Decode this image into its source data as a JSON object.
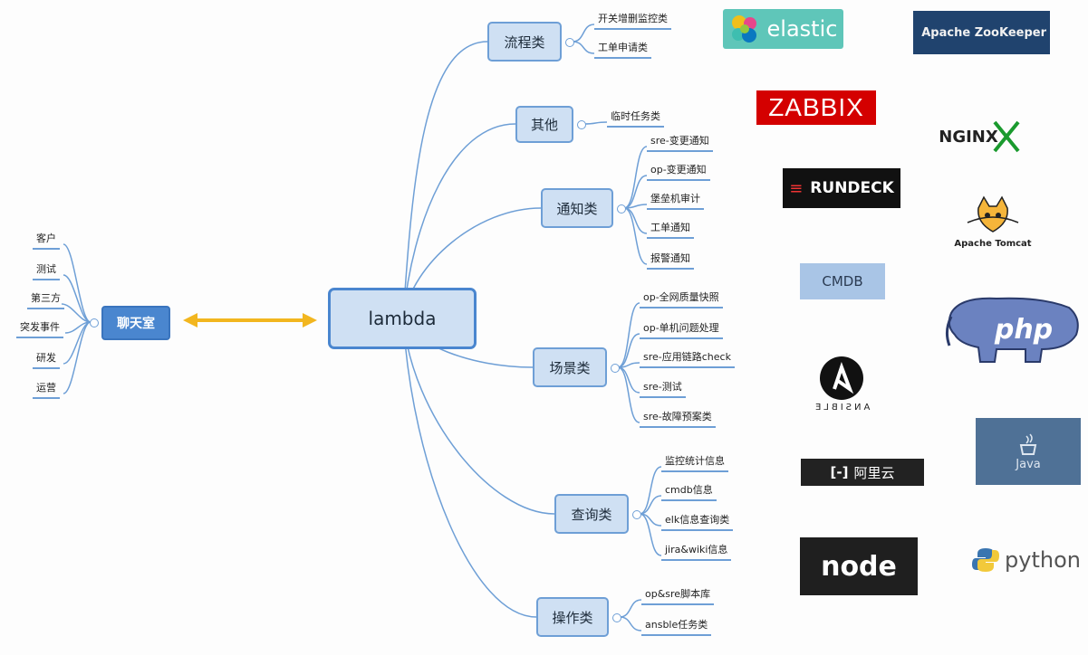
{
  "root": {
    "label": "lambda"
  },
  "chat": {
    "label": "聊天室"
  },
  "left_items": [
    "客户",
    "测试",
    "第三方",
    "突发事件",
    "研发",
    "运营"
  ],
  "branches": [
    {
      "label": "流程类",
      "items": [
        "开关增删监控类",
        "工单申请类"
      ]
    },
    {
      "label": "其他",
      "items": [
        "临时任务类"
      ]
    },
    {
      "label": "通知类",
      "items": [
        "sre-变更通知",
        "op-变更通知",
        "堡垒机审计",
        "工单通知",
        "报警通知"
      ]
    },
    {
      "label": "场景类",
      "items": [
        "op-全网质量快照",
        "op-单机问题处理",
        "sre-应用链路check",
        "sre-测试",
        "sre-故障预案类"
      ]
    },
    {
      "label": "查询类",
      "items": [
        "监控统计信息",
        "cmdb信息",
        "elk信息查询类",
        "jira&wiki信息"
      ]
    },
    {
      "label": "操作类",
      "items": [
        "op&sre脚本库",
        "ansble任务类"
      ]
    }
  ],
  "logos": {
    "elastic": "elastic",
    "zookeeper": "Apache ZooKeeper",
    "zabbix": "ZABBIX",
    "nginx": "NGINX",
    "rundeck": "RUNDECK",
    "tomcat": "Apache Tomcat",
    "cmdb": "CMDB",
    "php": "php",
    "ansible": "ANSIBLE",
    "java": "Java",
    "aliyun": "阿里云",
    "node": "node",
    "python": "python"
  },
  "colors": {
    "accent": "#4a86cf",
    "line": "#6e9fd6",
    "arrow": "#f2b61f"
  }
}
